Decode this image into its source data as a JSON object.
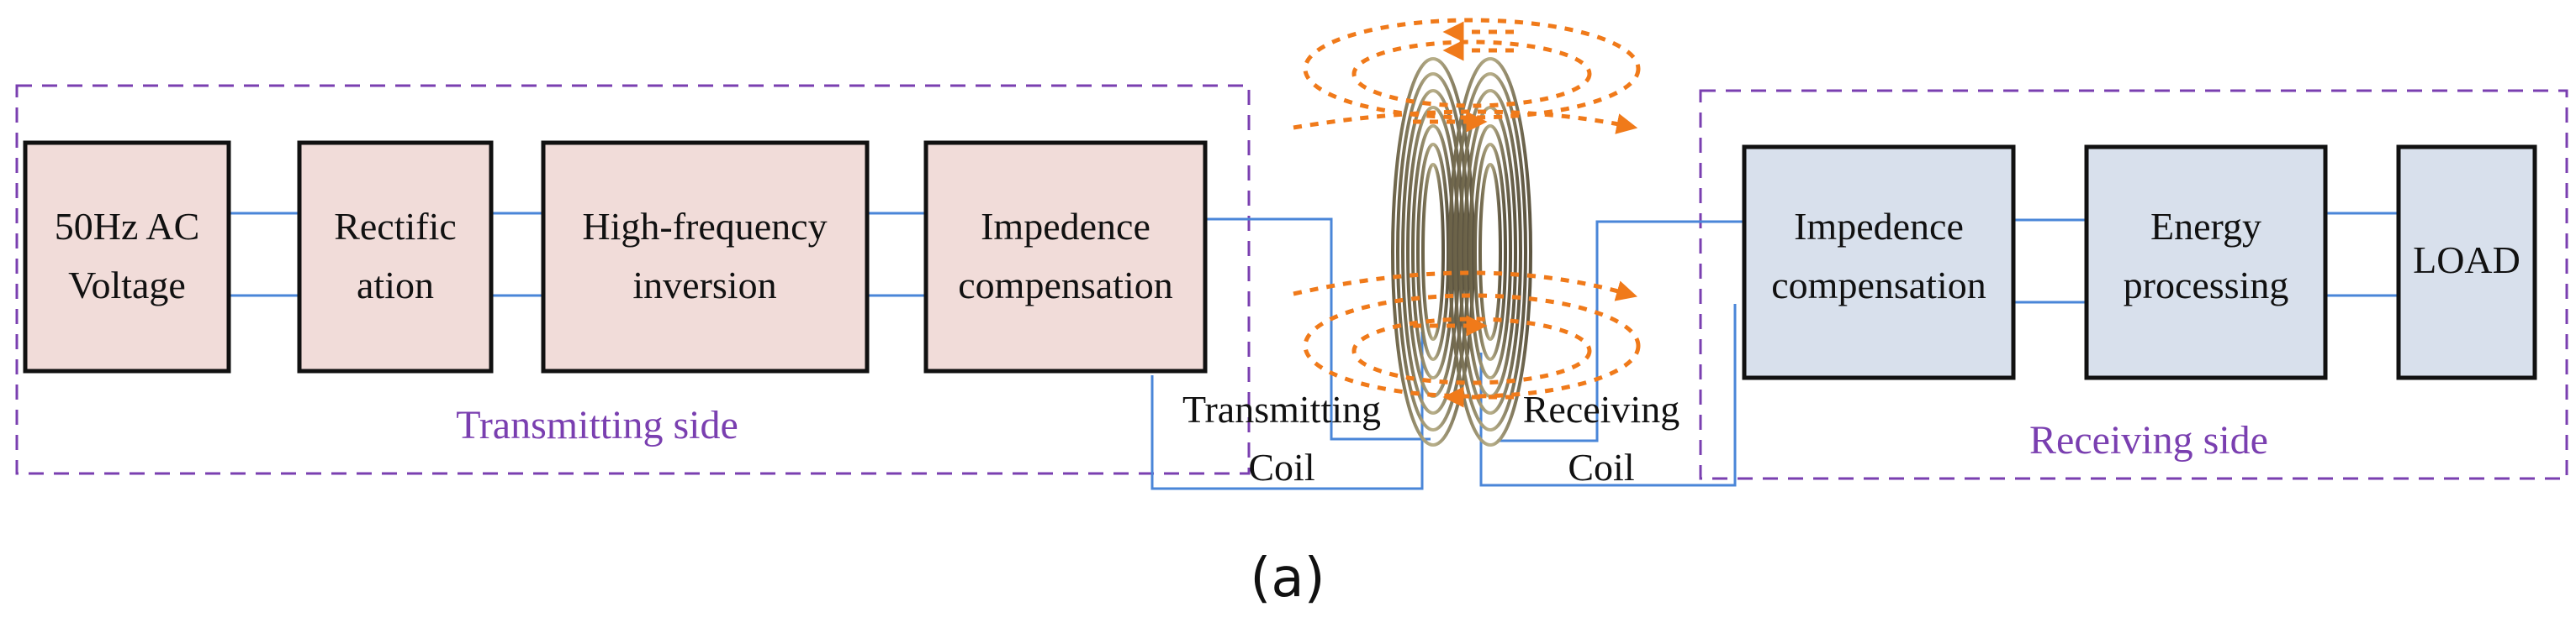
{
  "colors": {
    "transmit_block_fill": "#f1dcd9",
    "receive_block_fill": "#d8e0ec",
    "block_border": "#111111",
    "wire": "#4a86d8",
    "dashed_boundary": "#7a3fb0",
    "side_label": "#7a3fb0",
    "flux_arrows": "#f07a1a",
    "coil": "#8f8566"
  },
  "transmitting_side": {
    "label": "Transmitting side",
    "blocks": [
      {
        "line1": "50Hz AC",
        "line2": "Voltage"
      },
      {
        "line1": "Rectific",
        "line2": "ation"
      },
      {
        "line1": "High-frequency",
        "line2": "inversion"
      },
      {
        "line1": "Impedence",
        "line2": "compensation"
      }
    ]
  },
  "receiving_side": {
    "label": "Receiving side",
    "blocks": [
      {
        "line1": "Impedence",
        "line2": "compensation"
      },
      {
        "line1": "Energy",
        "line2": "processing"
      },
      {
        "line1": "LOAD",
        "line2": ""
      }
    ]
  },
  "coils": {
    "transmitting": {
      "line1": "Transmitting",
      "line2": "Coil"
    },
    "receiving": {
      "line1": "Receiving",
      "line2": "Coil"
    }
  },
  "caption": "(a)"
}
